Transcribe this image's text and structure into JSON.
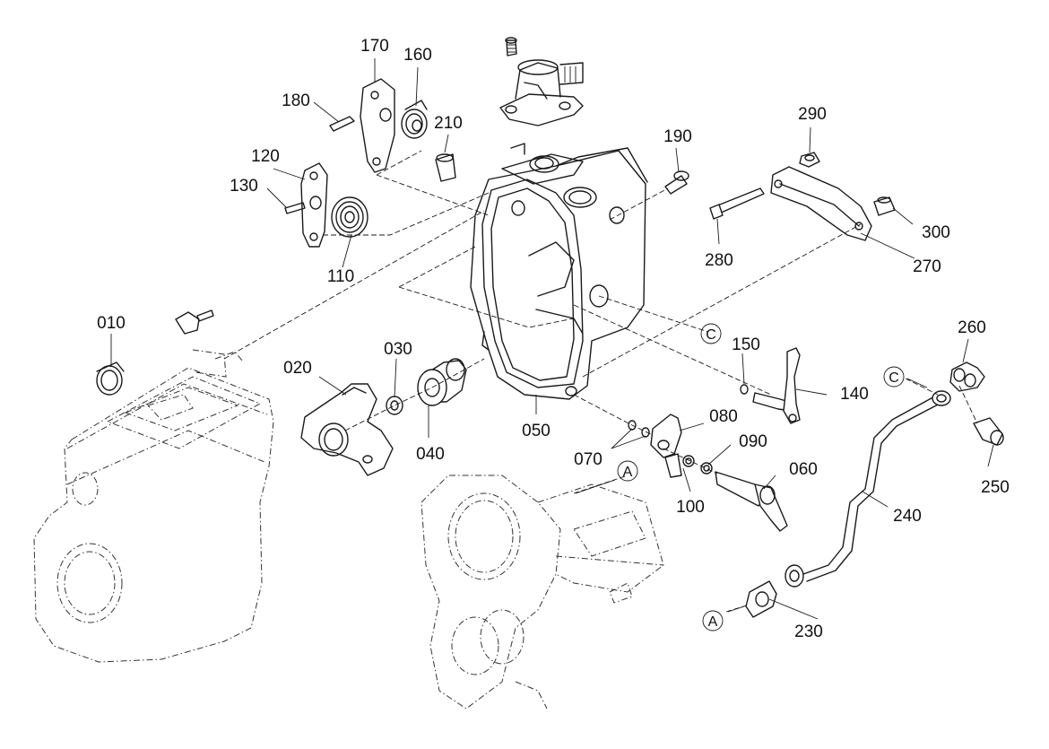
{
  "parts": [
    {
      "id": "p010",
      "label": "010"
    },
    {
      "id": "p020",
      "label": "020"
    },
    {
      "id": "p030",
      "label": "030"
    },
    {
      "id": "p040",
      "label": "040"
    },
    {
      "id": "p050",
      "label": "050"
    },
    {
      "id": "p060",
      "label": "060"
    },
    {
      "id": "p070",
      "label": "070"
    },
    {
      "id": "p080",
      "label": "080"
    },
    {
      "id": "p090",
      "label": "090"
    },
    {
      "id": "p100",
      "label": "100"
    },
    {
      "id": "p110",
      "label": "110"
    },
    {
      "id": "p120",
      "label": "120"
    },
    {
      "id": "p130",
      "label": "130"
    },
    {
      "id": "p140",
      "label": "140"
    },
    {
      "id": "p150",
      "label": "150"
    },
    {
      "id": "p160",
      "label": "160"
    },
    {
      "id": "p170",
      "label": "170"
    },
    {
      "id": "p180",
      "label": "180"
    },
    {
      "id": "p190",
      "label": "190"
    },
    {
      "id": "p210",
      "label": "210"
    },
    {
      "id": "p230",
      "label": "230"
    },
    {
      "id": "p240",
      "label": "240"
    },
    {
      "id": "p250",
      "label": "250"
    },
    {
      "id": "p260",
      "label": "260"
    },
    {
      "id": "p270",
      "label": "270"
    },
    {
      "id": "p280",
      "label": "280"
    },
    {
      "id": "p290",
      "label": "290"
    },
    {
      "id": "p300",
      "label": "300"
    }
  ],
  "references": {
    "a": "A",
    "c": "C"
  }
}
